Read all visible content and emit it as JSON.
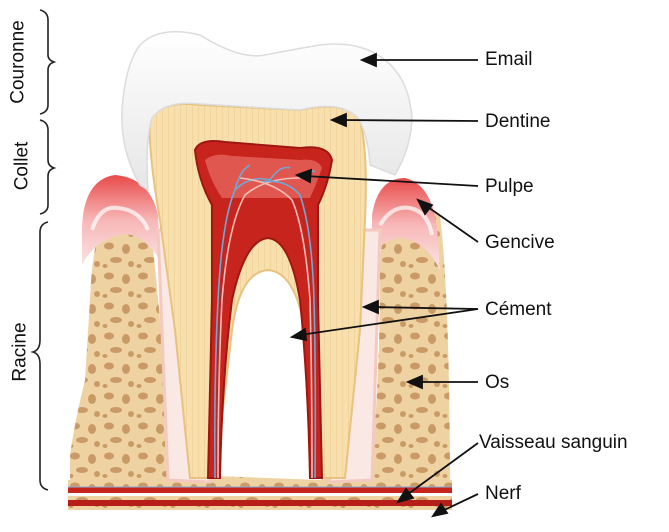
{
  "regions": {
    "crown": "Couronne",
    "neck": "Collet",
    "root": "Racine"
  },
  "labels": {
    "enamel": "Email",
    "dentin": "Dentine",
    "pulp": "Pulpe",
    "gum": "Gencive",
    "cementum": "Cément",
    "bone": "Os",
    "blood_vessel": "Vaisseau sanguin",
    "nerve": "Nerf"
  },
  "colors": {
    "enamel": "#f4f4f4",
    "dentin": "#f6deaa",
    "pulp": "#c8241e",
    "gum": "#f4b8b8",
    "bone": "#efd2a2",
    "bone_spots": "#caa070",
    "vessel_blue": "#6fa8d8"
  }
}
